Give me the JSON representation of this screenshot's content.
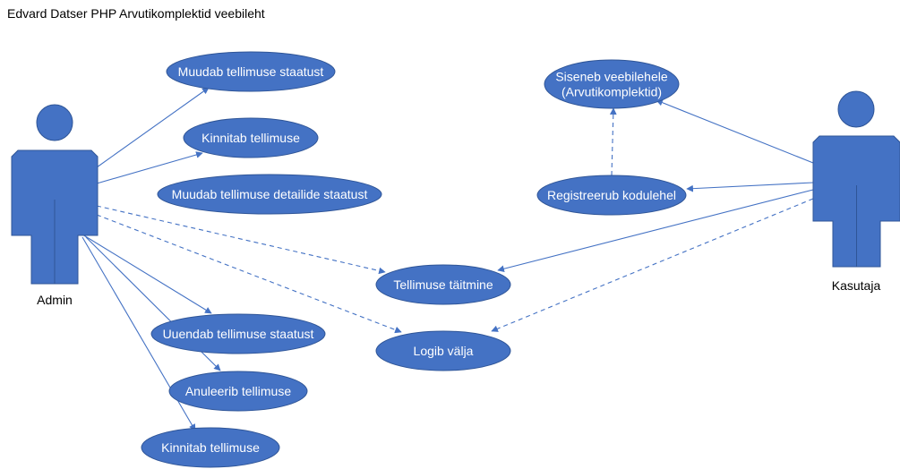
{
  "title": "Edvard Datser PHP Arvutikomplektid veebileht",
  "colors": {
    "shape_fill": "#4472C4",
    "shape_stroke": "#2F5597",
    "edge": "#4472C4",
    "text_on_shape": "#FFFFFF",
    "text": "#000000"
  },
  "actors": {
    "admin": {
      "label": "Admin"
    },
    "kasutaja": {
      "label": "Kasutaja"
    }
  },
  "use_cases": {
    "muudab_staatust": {
      "lines": [
        "Muudab tellimuse staatust"
      ]
    },
    "kinnitab_1": {
      "lines": [
        "Kinnitab tellimuse"
      ]
    },
    "muudab_detailide": {
      "lines": [
        "Muudab tellimuse detailide staatust"
      ]
    },
    "uuendab": {
      "lines": [
        "Uuendab tellimuse staatust"
      ]
    },
    "anuleerib": {
      "lines": [
        "Anuleerib tellimuse"
      ]
    },
    "kinnitab_2": {
      "lines": [
        "Kinnitab tellimuse"
      ]
    },
    "tellimuse_taitmine": {
      "lines": [
        "Tellimuse täitmine"
      ]
    },
    "logib_valja": {
      "lines": [
        "Logib välja"
      ]
    },
    "siseneb": {
      "lines": [
        "Siseneb veebilehele",
        "(Arvutikomplektid)"
      ]
    },
    "registreerub": {
      "lines": [
        "Registreerub kodulehel"
      ]
    }
  },
  "relations": [
    {
      "from": "admin",
      "to": "muudab_staatust",
      "style": "solid"
    },
    {
      "from": "admin",
      "to": "kinnitab_1",
      "style": "solid"
    },
    {
      "from": "admin",
      "to": "tellimuse_taitmine",
      "style": "dashed"
    },
    {
      "from": "admin",
      "to": "logib_valja",
      "style": "dashed"
    },
    {
      "from": "admin",
      "to": "uuendab",
      "style": "solid"
    },
    {
      "from": "admin",
      "to": "anuleerib",
      "style": "solid"
    },
    {
      "from": "admin",
      "to": "kinnitab_2",
      "style": "solid"
    },
    {
      "from": "kasutaja",
      "to": "siseneb",
      "style": "solid"
    },
    {
      "from": "kasutaja",
      "to": "registreerub",
      "style": "solid"
    },
    {
      "from": "kasutaja",
      "to": "tellimuse_taitmine",
      "style": "solid"
    },
    {
      "from": "kasutaja",
      "to": "logib_valja",
      "style": "dashed"
    },
    {
      "from": "registreerub",
      "to": "siseneb",
      "style": "dashed"
    }
  ]
}
